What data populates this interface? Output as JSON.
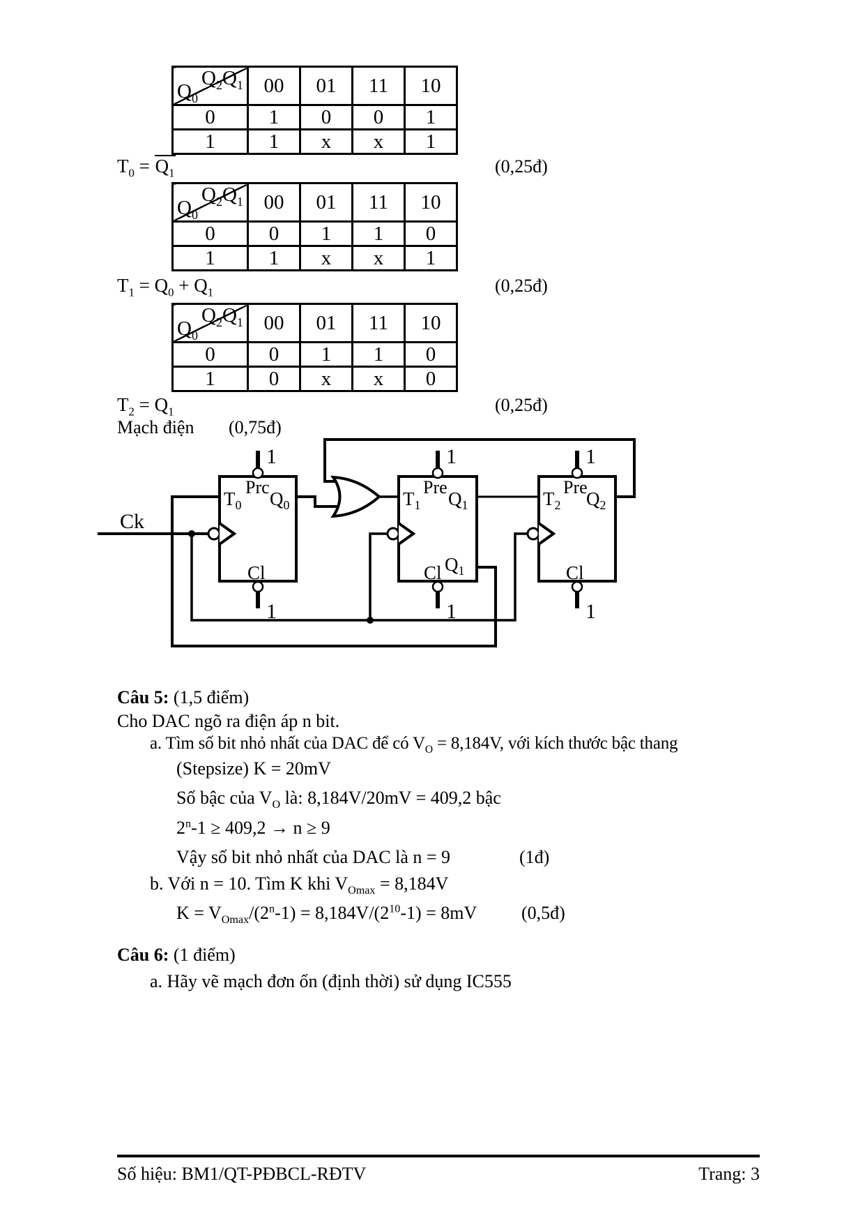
{
  "kmap_header": {
    "top": [
      [
        "Q",
        "2"
      ],
      [
        "Q",
        "1"
      ]
    ],
    "side": [
      "Q",
      "0"
    ]
  },
  "kmap_cols": [
    "00",
    "01",
    "11",
    "10"
  ],
  "kmaps": [
    {
      "rows": [
        {
          "label": "0",
          "cells": [
            "1",
            "0",
            "0",
            "1"
          ]
        },
        {
          "label": "1",
          "cells": [
            "1",
            "x",
            "x",
            "1"
          ]
        }
      ]
    },
    {
      "rows": [
        {
          "label": "0",
          "cells": [
            "0",
            "1",
            "1",
            "0"
          ]
        },
        {
          "label": "1",
          "cells": [
            "1",
            "x",
            "x",
            "1"
          ]
        }
      ]
    },
    {
      "rows": [
        {
          "label": "0",
          "cells": [
            "0",
            "1",
            "1",
            "0"
          ]
        },
        {
          "label": "1",
          "cells": [
            "0",
            "x",
            "x",
            "0"
          ]
        }
      ]
    }
  ],
  "formulas": {
    "t0": {
      "l": "T",
      "ls": "0",
      "eq": "=",
      "r": "Q",
      "rs": "1",
      "points": "(0,25đ)"
    },
    "t1": {
      "l": "T",
      "ls": "1",
      "eq": "=",
      "r1": "Q",
      "r1s": "0",
      "plus": "+",
      "r2": "Q",
      "r2s": "1",
      "points": "(0,25đ)"
    },
    "t2": {
      "l": "T",
      "ls": "2",
      "eq": "=",
      "r": "Q",
      "rs": "1",
      "points": "(0,25đ)"
    }
  },
  "macdien": {
    "label": "Mạch điện",
    "points": "(0,75đ)"
  },
  "circuit": {
    "ck": "Ck",
    "one": "1",
    "ff": [
      {
        "t": "T",
        "ts": "0",
        "pre": "Prc",
        "q": "Q",
        "qs": "0",
        "cl": "Cl"
      },
      {
        "t": "T",
        "ts": "1",
        "pre": "Pre",
        "q": "Q",
        "qs": "1",
        "cl": "Cl",
        "q2": "Q",
        "q2s": "1"
      },
      {
        "t": "T",
        "ts": "2",
        "pre": "Pre",
        "q": "Q",
        "qs": "2",
        "cl": "Cl"
      }
    ]
  },
  "cau5": {
    "heading_bold": "Câu 5:",
    "heading_rest": " (1,5 điểm)",
    "intro": "Cho DAC ngõ ra điện áp n bit.",
    "a_pre": "a. Tìm số bit nhỏ nhất của DAC để có V",
    "a_sub": "O",
    "a_post": " = 8,184V, với kích thước bậc thang",
    "a_line2": "(Stepsize) K = 20mV",
    "s1_pre": "Số bậc của V",
    "s1_sub": "O",
    "s1_post": " là: 8,184V/20mV = 409,2 bậc",
    "s2_base": "2",
    "s2_sup": "n",
    "s2_post": "-1 ≥ 409,2 → n ≥ 9",
    "s3": "Vậy số bit nhỏ nhất của DAC là n = 9",
    "s3_points": "(1đ)",
    "b_pre": "b. Với n = 10. Tìm K khi V",
    "b_sub": "Omax",
    "b_post": " = 8,184V",
    "k_pre": "K = V",
    "k_sub": "Omax",
    "k_mid1": "/(2",
    "k_sup1": "n",
    "k_mid2": "-1) = 8,184V/(2",
    "k_sup2": "10",
    "k_mid3": "-1) = 8mV",
    "k_points": "(0,5đ)"
  },
  "cau6": {
    "heading_bold": "Câu 6:",
    "heading_rest": " (1 điểm)",
    "a": "a. Hãy vẽ mạch đơn ổn (định thời) sử dụng IC555"
  },
  "footer": {
    "left": "Số hiệu: BM1/QT-PĐBCL-RĐTV",
    "right": "Trang: 3"
  }
}
